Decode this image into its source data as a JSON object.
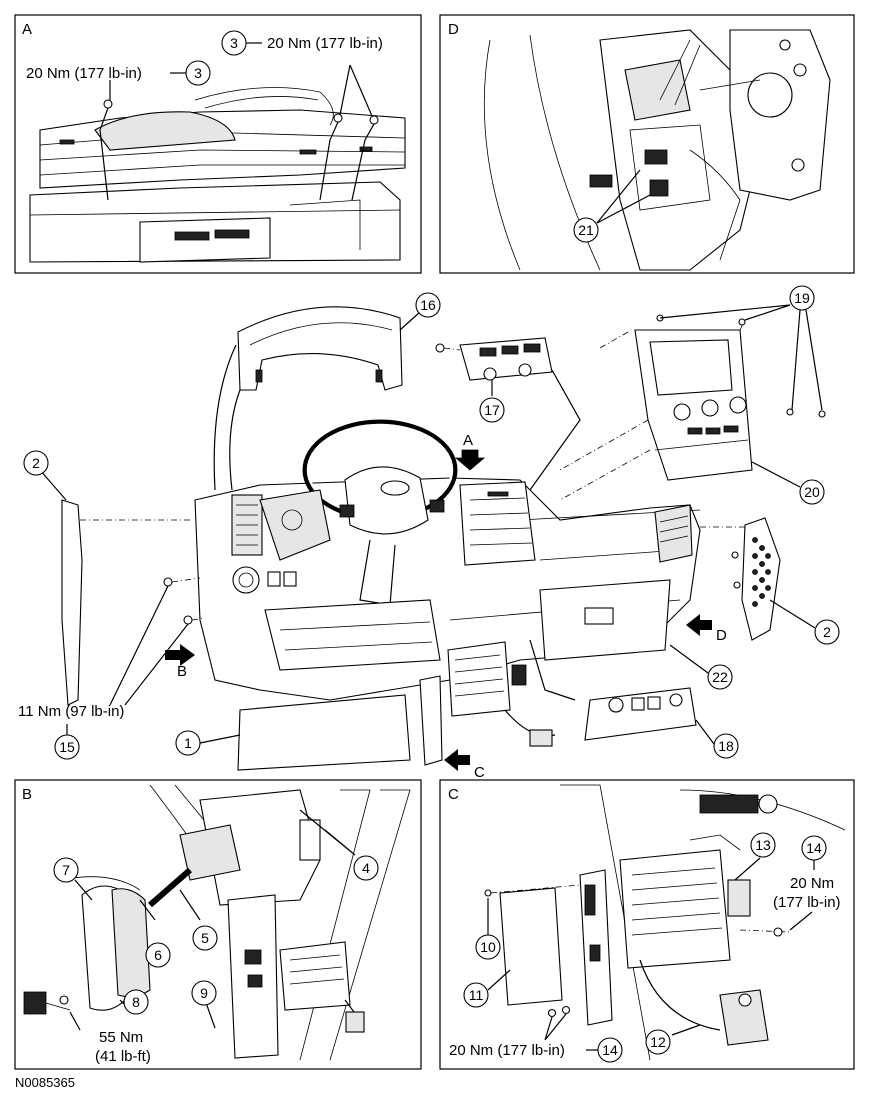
{
  "figure_code": "N0085365",
  "panels": {
    "A": {
      "letter": "A",
      "torque_right": "20 Nm (177 lb-in)",
      "torque_left": "20 Nm (177 lb-in)",
      "callout": "3"
    },
    "D": {
      "letter": "D",
      "callout": "21"
    },
    "B": {
      "letter": "B",
      "torque": "55 Nm",
      "torque_alt": "(41 lb-ft)"
    },
    "C": {
      "letter": "C",
      "torque_right": "20 Nm",
      "torque_right_alt": "(177 lb-in)",
      "torque_bottom": "20 Nm (177 lb-in)"
    }
  },
  "main": {
    "torque_left": "11 Nm (97 lb-in)",
    "view_arrows": [
      "A",
      "B",
      "C",
      "D"
    ]
  },
  "callouts": {
    "c1": "1",
    "c2": "2",
    "c3": "3",
    "c4": "4",
    "c5": "5",
    "c6": "6",
    "c7": "7",
    "c8": "8",
    "c9": "9",
    "c10": "10",
    "c11": "11",
    "c12": "12",
    "c13": "13",
    "c14": "14",
    "c15": "15",
    "c16": "16",
    "c17": "17",
    "c18": "18",
    "c19": "19",
    "c20": "20",
    "c21": "21",
    "c22": "22"
  }
}
